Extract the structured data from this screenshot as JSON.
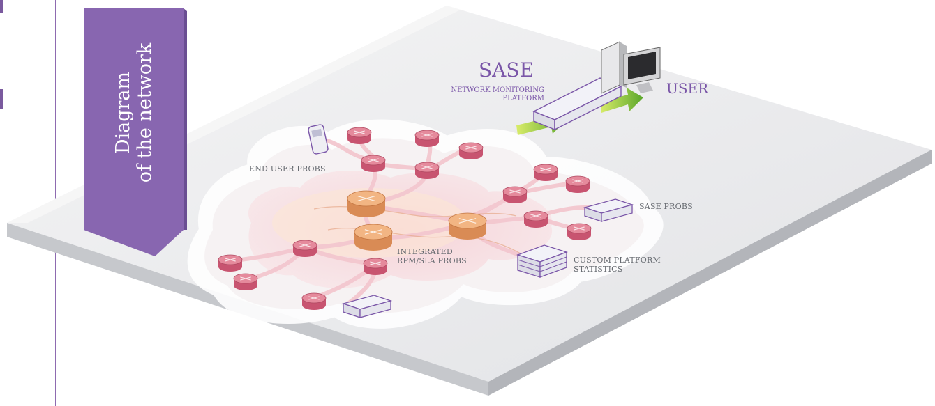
{
  "banner": {
    "line1": "Diagram",
    "line2": "of the network"
  },
  "platform": {
    "title": "SASE",
    "subtitle_line1": "NETWORK MONITORING",
    "subtitle_line2": "PLATFORM"
  },
  "user_label": "USER",
  "labels": {
    "end_user": "END USER PROBS",
    "sase_probs": "SASE PROBS",
    "integrated_line1": "INTEGRATED",
    "integrated_line2": "RPM/SLA PROBS",
    "custom_line1": "CUSTOM PLATFORM",
    "custom_line2": "STATISTICS"
  },
  "colors": {
    "accent_purple": "#8866b0",
    "router_pink": "#d8687e",
    "core_router_orange": "#e8a16c",
    "arrow_green": "#8cc63f"
  }
}
